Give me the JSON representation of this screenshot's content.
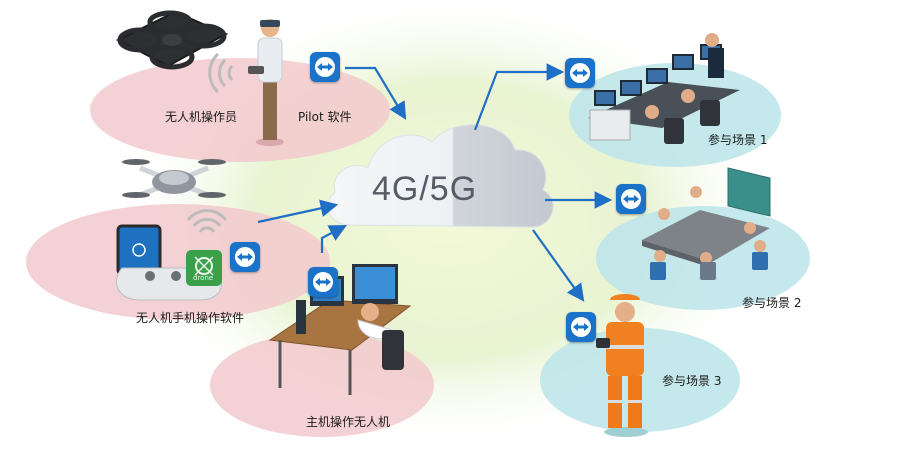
{
  "network": {
    "label": "4G/5G"
  },
  "left": {
    "operator": {
      "label": "无人机操作员"
    },
    "pilot_software": {
      "label": "Pilot 软件"
    },
    "mobile_software": {
      "label": "无人机手机操作软件"
    },
    "host_control": {
      "label": "主机操作无人机"
    },
    "app_icon_label": "drone"
  },
  "right": {
    "scenario1": {
      "label": "参与场景 1"
    },
    "scenario2": {
      "label": "参与场景 2"
    },
    "scenario3": {
      "label": "参与场景 3"
    }
  },
  "colors": {
    "left_blob": "#f2c9cc",
    "right_blob": "#bfe6ea",
    "arrow": "#1f6fc4",
    "badge": "#1a73c9",
    "cloud_light": "#eef1f4",
    "cloud_dark": "#c7ccd3",
    "safety_orange": "#f08020",
    "green_glow": "#dff0c4"
  },
  "icons": [
    "remote-access-icon",
    "drone-icon",
    "cloud-icon",
    "wifi-icon",
    "monitor-icon",
    "worker-icon"
  ]
}
